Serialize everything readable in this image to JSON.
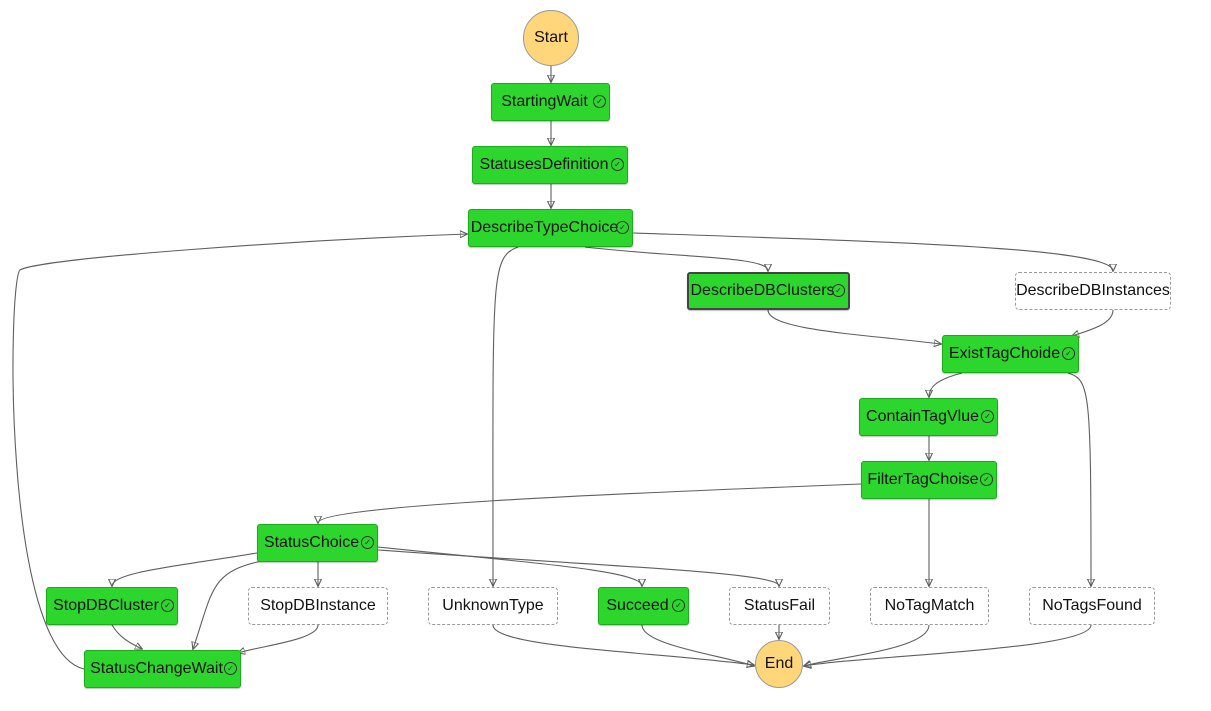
{
  "workflow": {
    "nodes": [
      {
        "id": "start",
        "label": "Start",
        "kind": "term"
      },
      {
        "id": "startingwait",
        "label": "StartingWait",
        "kind": "success",
        "icon": "check-circle-icon"
      },
      {
        "id": "statusesdef",
        "label": "StatusesDefinition",
        "kind": "success",
        "icon": "check-circle-icon"
      },
      {
        "id": "describetypechoice",
        "label": "DescribeTypeChoice",
        "kind": "success",
        "icon": "check-circle-icon"
      },
      {
        "id": "describedbclusters",
        "label": "DescribeDBClusters",
        "kind": "success",
        "selected": true,
        "icon": "check-circle-icon"
      },
      {
        "id": "describedbinstances",
        "label": "DescribeDBInstances",
        "kind": "notrun"
      },
      {
        "id": "existtagchoide",
        "label": "ExistTagChoide",
        "kind": "success",
        "icon": "check-circle-icon"
      },
      {
        "id": "containtagvlue",
        "label": "ContainTagVlue",
        "kind": "success",
        "icon": "check-circle-icon"
      },
      {
        "id": "filtertagchoise",
        "label": "FilterTagChoise",
        "kind": "success",
        "icon": "check-circle-icon"
      },
      {
        "id": "statuschoice",
        "label": "StatusChoice",
        "kind": "success",
        "icon": "check-circle-icon"
      },
      {
        "id": "stopdbcluster",
        "label": "StopDBCluster",
        "kind": "success",
        "icon": "check-circle-icon"
      },
      {
        "id": "stopdbinstance",
        "label": "StopDBInstance",
        "kind": "notrun"
      },
      {
        "id": "unknowntype",
        "label": "UnknownType",
        "kind": "notrun"
      },
      {
        "id": "succeed",
        "label": "Succeed",
        "kind": "success",
        "icon": "check-circle-icon"
      },
      {
        "id": "statusfail",
        "label": "StatusFail",
        "kind": "notrun"
      },
      {
        "id": "notagmatch",
        "label": "NoTagMatch",
        "kind": "notrun"
      },
      {
        "id": "notagsfound",
        "label": "NoTagsFound",
        "kind": "notrun"
      },
      {
        "id": "statuschangewait",
        "label": "StatusChangeWait",
        "kind": "success",
        "icon": "check-circle-icon"
      },
      {
        "id": "end",
        "label": "End",
        "kind": "term"
      }
    ],
    "edges": [
      [
        "start",
        "startingwait"
      ],
      [
        "startingwait",
        "statusesdef"
      ],
      [
        "statusesdef",
        "describetypechoice"
      ],
      [
        "describetypechoice",
        "unknowntype"
      ],
      [
        "describetypechoice",
        "describedbclusters"
      ],
      [
        "describetypechoice",
        "describedbinstances"
      ],
      [
        "describedbclusters",
        "existtagchoide"
      ],
      [
        "describedbinstances",
        "existtagchoide"
      ],
      [
        "existtagchoide",
        "containtagvlue"
      ],
      [
        "existtagchoide",
        "notagsfound"
      ],
      [
        "containtagvlue",
        "filtertagchoise"
      ],
      [
        "filtertagchoise",
        "statuschoice"
      ],
      [
        "filtertagchoise",
        "notagmatch"
      ],
      [
        "statuschoice",
        "stopdbcluster"
      ],
      [
        "statuschoice",
        "stopdbinstance"
      ],
      [
        "statuschoice",
        "statuschangewait"
      ],
      [
        "statuschoice",
        "succeed"
      ],
      [
        "statuschoice",
        "statusfail"
      ],
      [
        "stopdbcluster",
        "statuschangewait"
      ],
      [
        "stopdbinstance",
        "statuschangewait"
      ],
      [
        "statuschangewait",
        "describetypechoice"
      ],
      [
        "unknowntype",
        "end"
      ],
      [
        "succeed",
        "end"
      ],
      [
        "statusfail",
        "end"
      ],
      [
        "notagmatch",
        "end"
      ],
      [
        "notagsfound",
        "end"
      ]
    ],
    "colors": {
      "success": "#2dd62d",
      "terminal": "#ffd77a",
      "notrun_border": "#9a9a9a",
      "edge": "#5f5f5f"
    }
  }
}
